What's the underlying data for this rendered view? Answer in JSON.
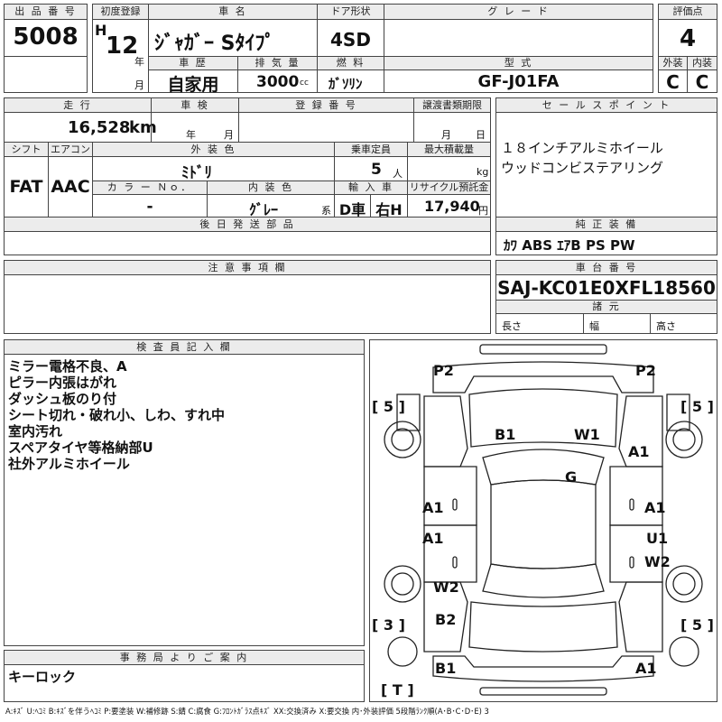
{
  "header": {
    "lot_label": "出 品 番 号",
    "lot": "5008",
    "reg_label": "初度登録",
    "era": "H",
    "year": "12",
    "year_unit": "年",
    "month_unit": "月",
    "model_label": "車 名",
    "model": "ｼﾞｬｶﾞｰ Sﾀｲﾌﾟ",
    "door_label": "ドア形状",
    "door": "4SD",
    "grade_label": "グ レ ー ド",
    "grade": "",
    "score_label": "評価点",
    "score": "4",
    "history_label": "車 歴",
    "history": "自家用",
    "cc_label": "排 気 量",
    "cc": "3000",
    "cc_unit": "cc",
    "fuel_label": "燃 料",
    "fuel": "ｶﾞｿﾘﾝ",
    "type_label": "型 式",
    "type": "GF-J01FA",
    "ext_label": "外装",
    "ext": "C",
    "int_label": "内装",
    "int": "C"
  },
  "row2": {
    "mileage_label": "走 行",
    "mileage": "16,528",
    "mileage_unit": "km",
    "inspection_label": "車 検",
    "insp_year": "年",
    "insp_month": "月",
    "regno_label": "登 録 番 号",
    "transfer_label": "譲渡書類期限",
    "transfer_month": "月",
    "transfer_day": "日",
    "shift_label": "シフト",
    "shift": "FAT",
    "ac_label": "エアコン",
    "ac": "AAC",
    "color_label": "外 装 色",
    "color": "ﾐﾄﾞﾘ",
    "seats_label": "乗車定員",
    "seats": "5",
    "seats_unit": "人",
    "load_label": "最大積載量",
    "load_unit": "kg",
    "colorno_label": "カ ラ ー Ｎｏ．",
    "colorno": "-",
    "interior_label": "内 装 色",
    "interior": "ｸﾞﾚｰ",
    "interior_unit": "系",
    "import_label": "輸 入 車",
    "import_type": "D車",
    "handle": "右H",
    "recycle_label": "リサイクル預託金",
    "recycle": "17,940",
    "recycle_unit": "円",
    "later_label": "後 日 発 送 部 品",
    "notes_label": "注 意 事 項 欄"
  },
  "sales": {
    "label": "セ ー ル ス ポ イ ン ト",
    "lines": [
      "１８インチアルミホイール",
      "ウッドコンビステアリング"
    ]
  },
  "equipment": {
    "label": "純 正 装 備",
    "value": "ｶﾜ ABS ｴｱB PS PW"
  },
  "chassis": {
    "label": "車 台 番 号",
    "value": "SAJ-KC01E0XFL18560",
    "specs_label": "諸 元",
    "length": "長さ",
    "width": "幅",
    "height": "高さ"
  },
  "inspector": {
    "label": "検 査 員 記 入 欄",
    "lines": [
      "ミラー電格不良、A",
      "ピラー内張はがれ",
      "ダッシュ板のり付",
      "シート切れ・破れ小、しわ、すれ中",
      "室内汚れ",
      "スペアタイヤ等格納部U",
      "社外アルミホイール"
    ]
  },
  "office": {
    "label": "事 務 局 よ り ご 案 内",
    "value": "キーロック"
  },
  "diagram": {
    "marks": {
      "p2_left": "P2",
      "p2_right": "P2",
      "b1_top": "B1",
      "w1": "W1",
      "a1_fr": "A1",
      "g": "G",
      "a1_l1": "A1",
      "a1_r1": "A1",
      "a1_l2": "A1",
      "u1": "U1",
      "w2_r": "W2",
      "w2_l": "W2",
      "b2": "B2",
      "b1_bottom": "B1",
      "a1_bottom": "A1"
    },
    "tires": {
      "fl": "[ 5 ]",
      "fr": "[ 5 ]",
      "rl": "[ 3 ]",
      "rr": "[ 5 ]",
      "spare": "[ T ]"
    }
  },
  "legend": "A:ｷｽﾞ U:ﾍｺﾐ B:ｷｽﾞを伴うﾍｺﾐ P:要塗装 W:補修跡 S:錆 C:腐食 G:ﾌﾛﾝﾄｶﾞﾗｽ点ｷｽﾞ XX:交換済み X:要交換 内･外装評価 5段階ﾗﾝｸ順(A･B･C･D･E) 3"
}
